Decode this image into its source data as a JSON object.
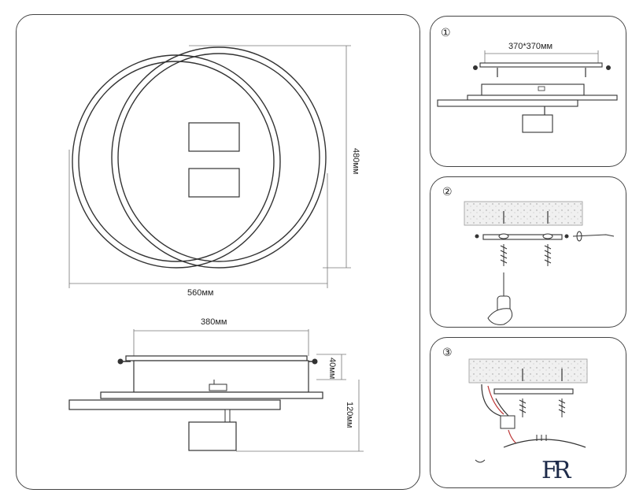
{
  "main_panel": {
    "top_view": {
      "width_label": "560мм",
      "height_label": "480мм"
    },
    "side_view": {
      "plate_width_label": "380мм",
      "plate_height_label": "40мм",
      "total_height_label": "120мм"
    }
  },
  "steps": [
    {
      "number": "①",
      "dimension_label": "370*370мм"
    },
    {
      "number": "②"
    },
    {
      "number": "③"
    }
  ],
  "logo": {
    "text": "FR"
  }
}
